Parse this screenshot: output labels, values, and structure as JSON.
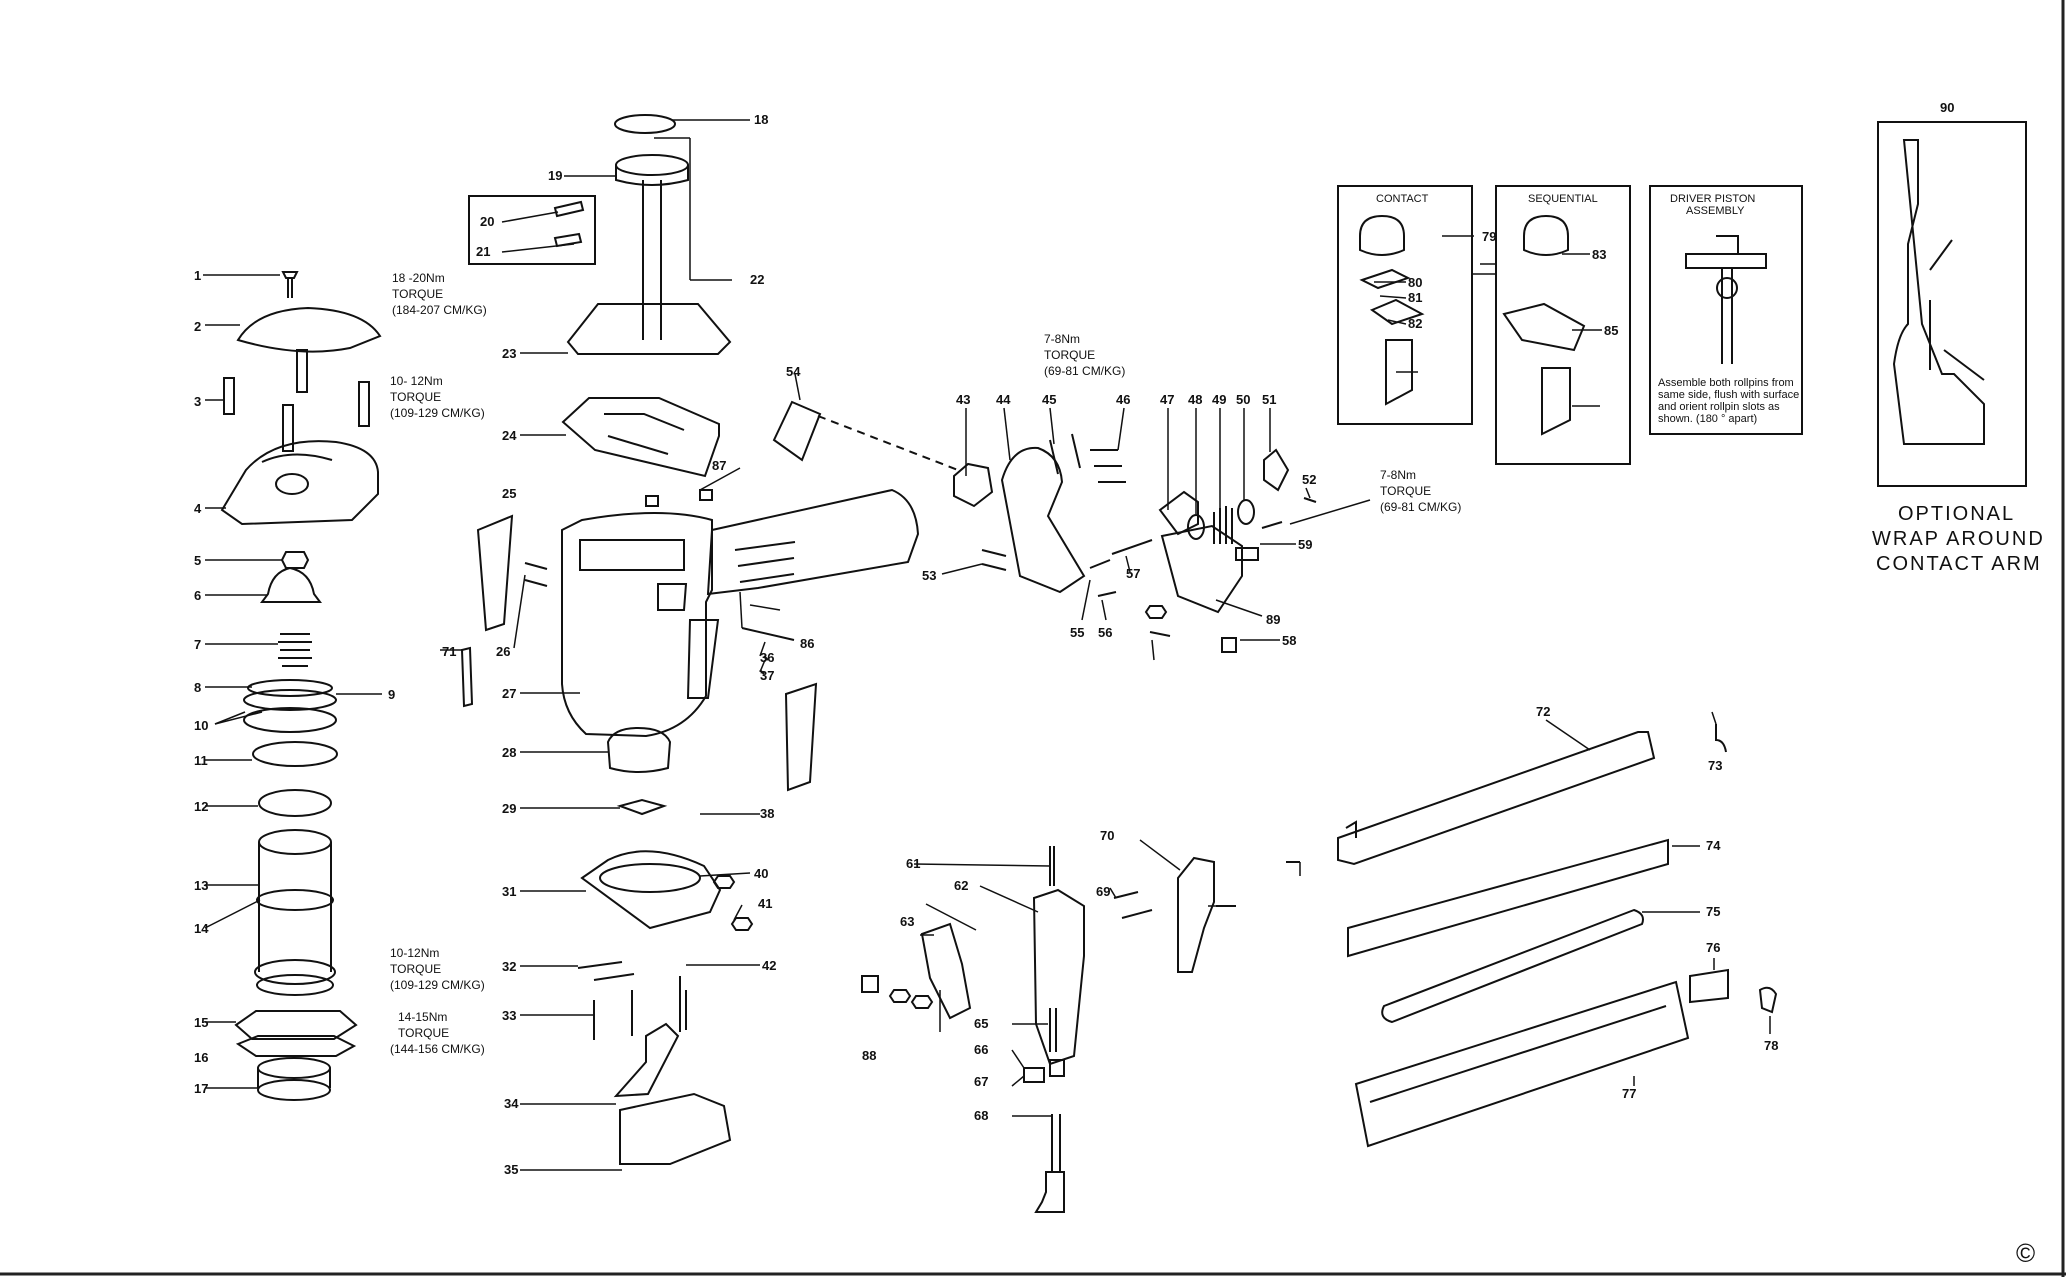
{
  "torque_notes": [
    {
      "id": "t1",
      "lines": [
        "18 -20Nm",
        "TORQUE",
        "(184-207 CM/KG)"
      ]
    },
    {
      "id": "t2",
      "lines": [
        "10- 12Nm",
        "TORQUE",
        "(109-129 CM/KG)"
      ]
    },
    {
      "id": "t3",
      "lines": [
        "7-8Nm",
        "TORQUE",
        "(69-81 CM/KG)"
      ]
    },
    {
      "id": "t4",
      "lines": [
        "7-8Nm",
        "TORQUE",
        "(69-81 CM/KG)"
      ]
    },
    {
      "id": "t5",
      "lines": [
        "10-12Nm",
        "TORQUE",
        "(109-129 CM/KG)"
      ]
    },
    {
      "id": "t6",
      "lines": [
        "14-15Nm",
        "TORQUE",
        "(144-156 CM/KG)"
      ]
    }
  ],
  "insets": {
    "contact": "CONTACT",
    "sequential": "SEQUENTIAL",
    "driver_title": [
      "DRIVER PISTON",
      "ASSEMBLY"
    ],
    "driver_note": [
      "Assemble both rollpins from",
      "same side, flush with surface",
      "and orient rollpin slots as",
      "shown. (180 ° apart)"
    ],
    "optional_number": "90",
    "optional_caption": [
      "OPTIONAL",
      "WRAP AROUND",
      "CONTACT ARM"
    ]
  },
  "part_labels": [
    "1",
    "2",
    "3",
    "4",
    "5",
    "6",
    "7",
    "8",
    "9",
    "10",
    "11",
    "12",
    "13",
    "14",
    "15",
    "16",
    "17",
    "18",
    "19",
    "20",
    "21",
    "22",
    "23",
    "24",
    "25",
    "26",
    "27",
    "28",
    "29",
    "31",
    "32",
    "33",
    "34",
    "35",
    "36",
    "37",
    "38",
    "40",
    "41",
    "42",
    "43",
    "44",
    "45",
    "46",
    "47",
    "48",
    "49",
    "50",
    "51",
    "52",
    "53",
    "54",
    "55",
    "56",
    "57",
    "58",
    "59",
    "61",
    "62",
    "63",
    "65",
    "66",
    "67",
    "68",
    "69",
    "70",
    "71",
    "72",
    "73",
    "74",
    "75",
    "76",
    "77",
    "78",
    "79",
    "80",
    "81",
    "82",
    "83",
    "85",
    "86",
    "87",
    "88",
    "89"
  ],
  "copyright_symbol": "©",
  "colors": {
    "ink": "#111111",
    "paper": "#ffffff"
  }
}
